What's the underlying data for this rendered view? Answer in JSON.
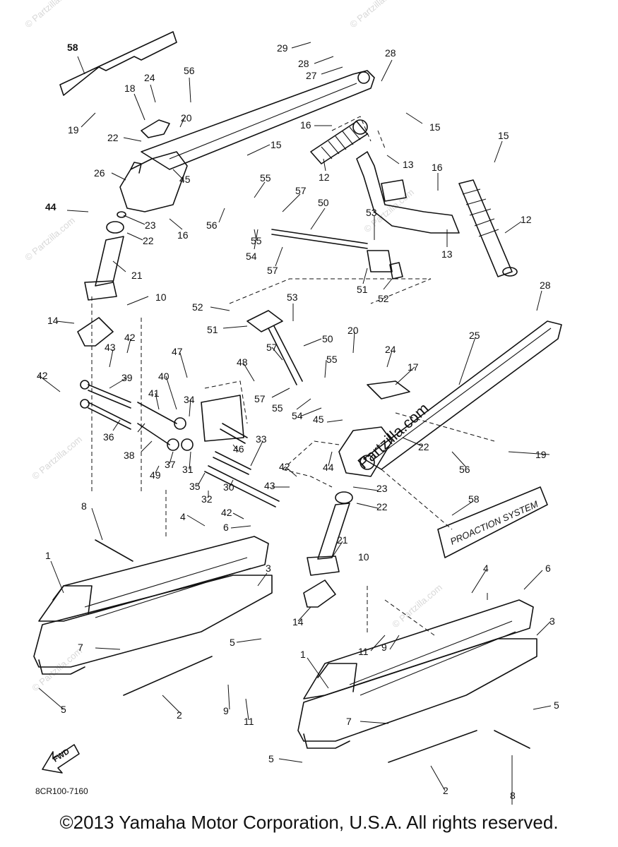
{
  "diagram": {
    "drawing_code": "8CR100-7160",
    "fwd_label": "FWD",
    "brand_text": "Partzilla.com",
    "decal_text": "PROACTION SYSTEM",
    "watermark": "© Partzilla.com",
    "callouts": {
      "c1": "1",
      "c2": "2",
      "c3": "3",
      "c4": "4",
      "c5": "5",
      "c6": "6",
      "c7": "7",
      "c8": "8",
      "c9": "9",
      "c10": "10",
      "c11": "11",
      "c12": "12",
      "c13": "13",
      "c14": "14",
      "c15": "15",
      "c16": "16",
      "c17": "17",
      "c18": "18",
      "c19": "19",
      "c20": "20",
      "c21": "21",
      "c22": "22",
      "c23": "23",
      "c24": "24",
      "c25": "25",
      "c26": "26",
      "c27": "27",
      "c28": "28",
      "c29": "29",
      "c30": "30",
      "c31": "31",
      "c32": "32",
      "c33": "33",
      "c34": "34",
      "c35": "35",
      "c36": "36",
      "c37": "37",
      "c38": "38",
      "c39": "39",
      "c40": "40",
      "c41": "41",
      "c42": "42",
      "c43": "43",
      "c44": "44",
      "c45": "45",
      "c46": "46",
      "c47": "47",
      "c48": "48",
      "c49": "49",
      "c50": "50",
      "c51": "51",
      "c52": "52",
      "c53": "53",
      "c54": "54",
      "c55": "55",
      "c56": "56",
      "c57": "57",
      "c58": "58"
    }
  },
  "footer": {
    "copyright": "©2013 Yamaha Motor Corporation, U.S.A. All rights reserved."
  }
}
